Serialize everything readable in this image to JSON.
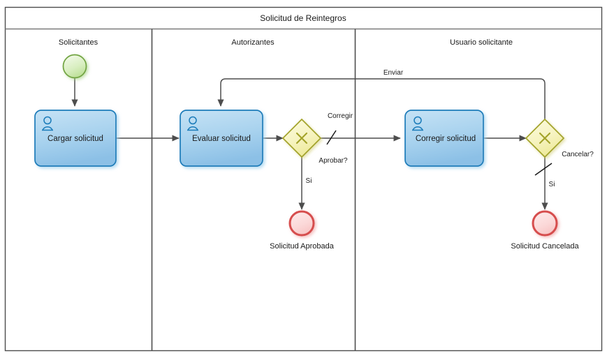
{
  "pool": {
    "title": "Solicitud de Reintegros",
    "border_color": "#4d4d4d",
    "background": "#ffffff"
  },
  "lanes": [
    {
      "id": "solicitantes",
      "label": "Solicitantes"
    },
    {
      "id": "autorizantes",
      "label": "Autorizantes"
    },
    {
      "id": "usuario-solicitante",
      "label": "Usuario solicitante"
    }
  ],
  "nodes": {
    "start_event": {
      "type": "start-event",
      "label": "",
      "fill_top": "#f0f8e0",
      "fill_bottom": "#bcdf96",
      "stroke": "#6fa33f"
    },
    "task_cargar": {
      "type": "user-task",
      "label": "Cargar solicitud",
      "fill_top": "#b6d9f0",
      "fill_bottom": "#8fc0e5",
      "stroke": "#1a7bb9"
    },
    "task_evaluar": {
      "type": "user-task",
      "label": "Evaluar solicitud",
      "fill_top": "#b6d9f0",
      "fill_bottom": "#8fc0e5",
      "stroke": "#1a7bb9"
    },
    "task_corregir": {
      "type": "user-task",
      "label": "Corregir solicitud",
      "fill_top": "#b6d9f0",
      "fill_bottom": "#8fc0e5",
      "stroke": "#1a7bb9"
    },
    "gateway_aprobar": {
      "type": "exclusive-gateway",
      "label": "Aprobar?",
      "fill": "#f8f6c8",
      "stroke": "#a3a32a"
    },
    "gateway_cancelar": {
      "type": "exclusive-gateway",
      "label": "Cancelar?",
      "fill": "#f8f6c8",
      "stroke": "#a3a32a"
    },
    "end_aprobada": {
      "type": "end-event",
      "label": "Solicitud Aprobada",
      "fill": "#fbd5d5",
      "stroke": "#d64d4d"
    },
    "end_cancelada": {
      "type": "end-event",
      "label": "Solicitud Cancelada",
      "fill": "#fbd5d5",
      "stroke": "#d64d4d"
    }
  },
  "flows": [
    {
      "id": "f1",
      "from": "start_event",
      "to": "task_cargar",
      "label": ""
    },
    {
      "id": "f2",
      "from": "task_cargar",
      "to": "task_evaluar",
      "label": ""
    },
    {
      "id": "f3",
      "from": "task_evaluar",
      "to": "gateway_aprobar",
      "label": ""
    },
    {
      "id": "f4",
      "from": "gateway_aprobar",
      "to": "task_corregir",
      "label": "Corregir",
      "default": true
    },
    {
      "id": "f5",
      "from": "gateway_aprobar",
      "to": "end_aprobada",
      "label": "Si"
    },
    {
      "id": "f6",
      "from": "task_corregir",
      "to": "gateway_cancelar",
      "label": ""
    },
    {
      "id": "f7",
      "from": "gateway_cancelar",
      "to": "task_evaluar",
      "label": "Enviar"
    },
    {
      "id": "f8",
      "from": "gateway_cancelar",
      "to": "end_cancelada",
      "label": "Si",
      "default": true
    }
  ],
  "flow_labels": {
    "corregir": "Corregir",
    "aprobar": "Aprobar?",
    "si_aprobar": "Si",
    "enviar": "Enviar",
    "cancelar": "Cancelar?",
    "si_cancelar": "Si"
  },
  "colors": {
    "connector": "#4d4d4d",
    "lane_divider": "#4d4d4d",
    "pool_header_line": "#7a7a7a",
    "text": "#1a1a1a"
  }
}
